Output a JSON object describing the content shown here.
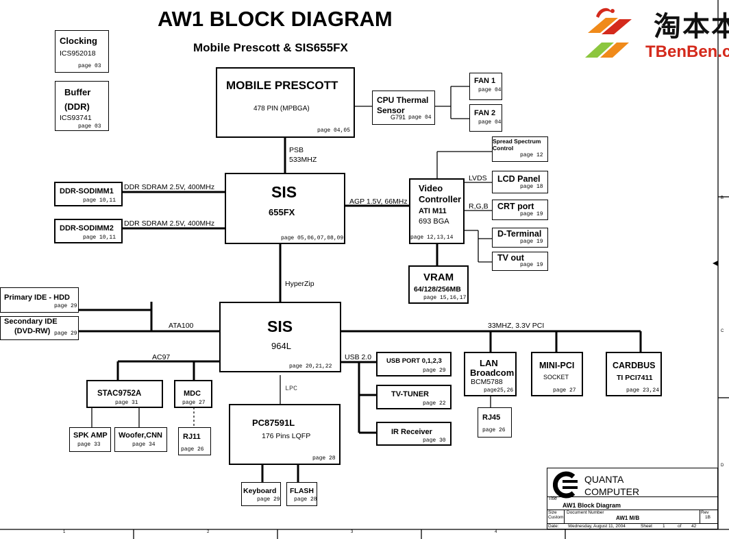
{
  "header": {
    "title": "AW1  BLOCK DIAGRAM",
    "subtitle": "Mobile Prescott & SIS655FX",
    "logo_text": "淘本本",
    "logo_site": "TBenBen.co"
  },
  "blocks": {
    "clocking": {
      "title": "Clocking",
      "part": "ICS952018",
      "page": "page 03"
    },
    "buffer": {
      "title": "Buffer",
      "sub": "(DDR)",
      "part": "ICS93741",
      "page": "page 03"
    },
    "cpu": {
      "title": "MOBILE PRESCOTT",
      "sub": "478 PIN (MPBGA)",
      "page": "page 04,05"
    },
    "thermal": {
      "title": "CPU Thermal Sensor",
      "part": "G791",
      "page": "page 04"
    },
    "fan1": {
      "title": "FAN 1",
      "page": "page 04"
    },
    "fan2": {
      "title": "FAN 2",
      "page": "page 04"
    },
    "spread": {
      "title": "Spread Spectrum Control",
      "page": "page 12"
    },
    "northbridge": {
      "title": "SIS",
      "sub": "655FX",
      "page": "page 05,06,07,08,09"
    },
    "dimm1": {
      "title": "DDR-SODIMM1",
      "page": "page 10,11"
    },
    "dimm2": {
      "title": "DDR-SODIMM2",
      "page": "page 10,11"
    },
    "video": {
      "title1": "Video",
      "title2": "Controller",
      "part1": "ATI M11",
      "part2": "693 BGA",
      "page": "page 12,13,14"
    },
    "lcd": {
      "title": "LCD Panel",
      "page": "page 18"
    },
    "crt": {
      "title": "CRT port",
      "page": "page 19"
    },
    "dterm": {
      "title": "D-Terminal",
      "page": "page 19"
    },
    "tvout": {
      "title": "TV out",
      "page": "page 19"
    },
    "vram": {
      "title": "VRAM",
      "sub": "64/128/256MB",
      "page": "page 15,16,17"
    },
    "southbridge": {
      "title": "SIS",
      "sub": "964L",
      "page": "page 20,21,22"
    },
    "ide1": {
      "title": "Primary IDE  - HDD",
      "page": "page 29"
    },
    "ide2": {
      "title1": "Secondary IDE",
      "title2": "(DVD-RW)",
      "page": "page 29"
    },
    "usb": {
      "title": "USB PORT 0,1,2,3",
      "page": "page 29"
    },
    "tvtuner": {
      "title": "TV-TUNER",
      "page": "page 22"
    },
    "ir": {
      "title": "IR Receiver",
      "page": "page 30"
    },
    "lan": {
      "title1": "LAN",
      "title2": "Broadcom",
      "part": "BCM5788",
      "page": "page25,26"
    },
    "minipci": {
      "title": "MINI-PCI",
      "sub": "SOCKET",
      "page": "page 27"
    },
    "cardbus": {
      "title": "CARDBUS",
      "part": "TI PCI7411",
      "page": "page 23,24"
    },
    "rj45": {
      "title": "RJ45",
      "page": "page 26"
    },
    "stac": {
      "title": "STAC9752A",
      "page": "page 31"
    },
    "mdc": {
      "title": "MDC",
      "page": "page 27"
    },
    "rj11": {
      "title": "RJ11",
      "page": "page 26"
    },
    "spk": {
      "title": "SPK AMP",
      "page": "page 33"
    },
    "woofer": {
      "title": "Woofer,CNN",
      "page": "page 34"
    },
    "ec": {
      "title": "PC87591L",
      "sub": "176 Pins LQFP",
      "page": "page 28"
    },
    "keyboard": {
      "title": "Keyboard",
      "page": "page 29"
    },
    "flash": {
      "title": "FLASH",
      "page": "page 28"
    }
  },
  "buses": {
    "psb1": "PSB",
    "psb2": "533MHZ",
    "ddr1": "DDR SDRAM 2.5V, 400MHz",
    "ddr2": "DDR SDRAM 2.5V, 400MHz",
    "agp": "AGP 1.5V, 66MHz",
    "lvds": "LVDS",
    "rgb": "R,G,B",
    "hyperzip": "HyperZip",
    "ata": "ATA100",
    "pci": "33MHZ, 3.3V PCI",
    "ac97": "AC97",
    "usb": "USB 2.0",
    "lpc": "LPC"
  },
  "titleblock": {
    "company1": "QUANTA",
    "company2": "COMPUTER",
    "title_label": "Title",
    "title": "AW1 Block Diagram",
    "size_label": "Size",
    "size": "Custom",
    "docnum_label": "Document Number",
    "docnum": "AW1 M/B",
    "rev_label": "Rev",
    "rev": "1B",
    "date_label": "Date:",
    "date": "Wednesday, August 11, 2004",
    "sheet_label": "Sheet",
    "sheet": "1",
    "of_label": "of",
    "total": "42"
  },
  "frame": {
    "cols": [
      "1",
      "2",
      "3",
      "4"
    ],
    "rows": [
      "B",
      "C",
      "D"
    ]
  },
  "colors": {
    "logo_red": "#d42a1c",
    "logo_orange": "#f08a1a",
    "logo_green": "#8cc63f",
    "logo_purple": "#7a3a96"
  }
}
